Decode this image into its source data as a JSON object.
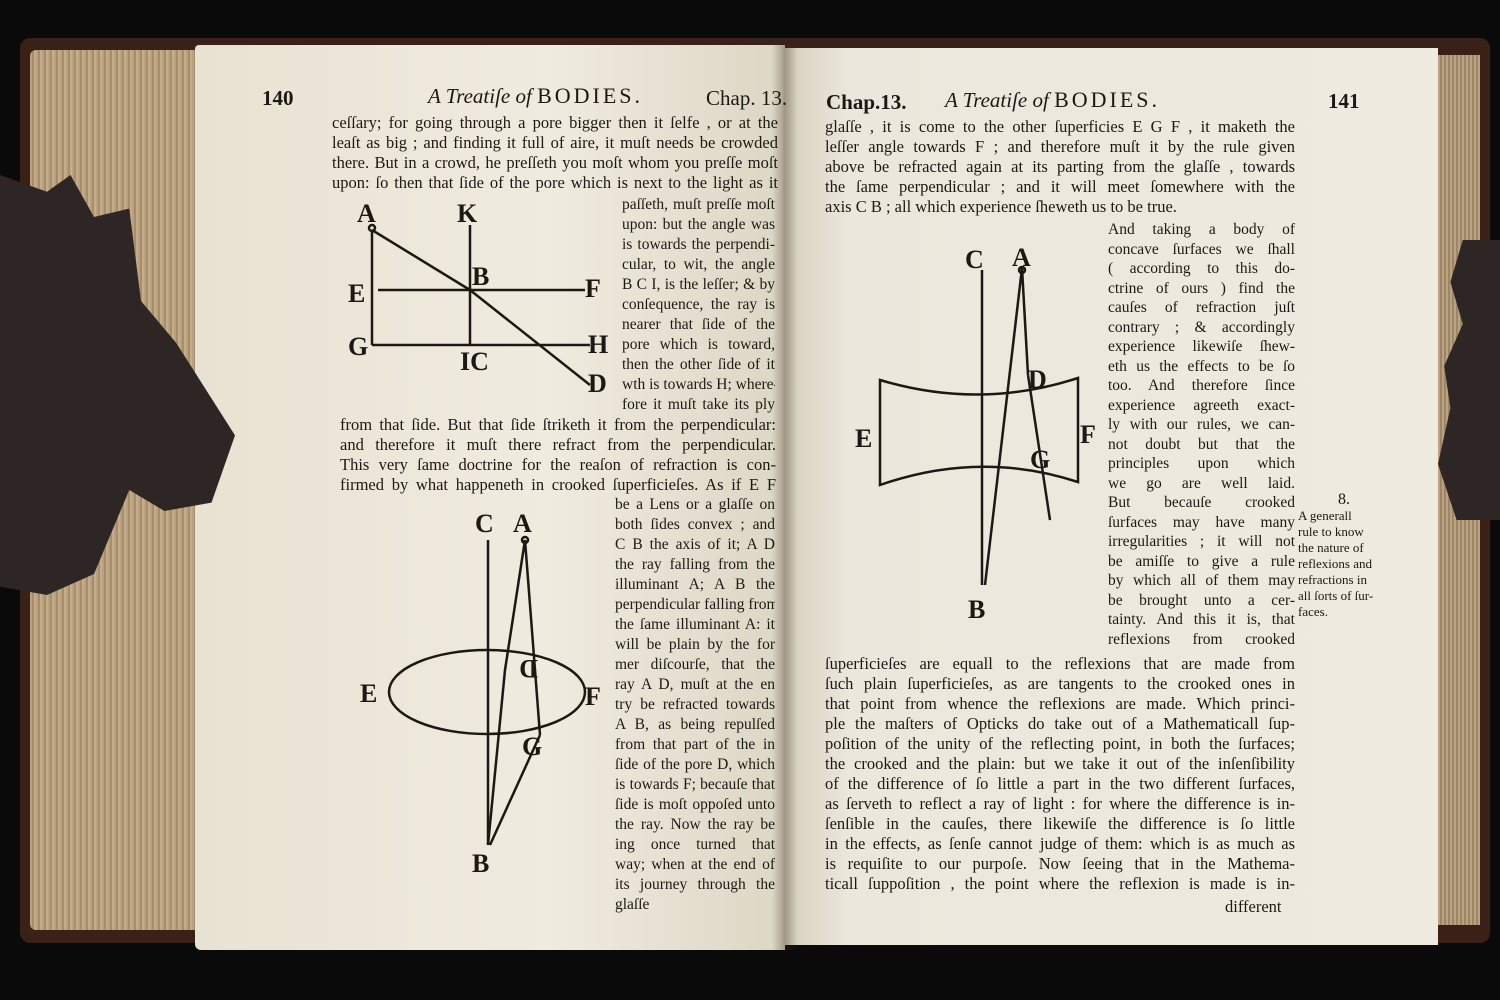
{
  "left_page": {
    "page_number": "140",
    "running_title_italic": "A Treatiſe of",
    "running_title_caps": "BODIES.",
    "chapter": "Chap. 13.",
    "top_lines": [
      "ceſſary; for going through a pore bigger then it ſelfe , or at the",
      "leaſt as big ; and finding it full of aire, it muſt needs be crowded",
      "there. But in a crowd, he preſſeth you moſt whom you preſſe moſt",
      "upon: ſo then that ſide of the pore which is next to the light as it"
    ],
    "column1_lines": [
      "paſſeth, muſt preſſe moſt",
      "upon: but the angle was",
      "is towards the perpendi-",
      "cular, to wit, the angle",
      "B C I, is the leſſer; & by",
      "conſequence, the ray is",
      "nearer that ſide of the",
      "pore which is toward,",
      "then the other ſide of it",
      "wth is towards H; where-",
      "fore it muſt take its ply"
    ],
    "middle_lines": [
      "from that ſide. But that ſide ſtriketh it from the perpendicular:",
      "and therefore it muſt there refract from the perpendicular.",
      "This very ſame doctrine for the reaſon of refraction is con-",
      "firmed by what happeneth in crooked ſuperficieſes. As if E F"
    ],
    "column2_lines": [
      "be a Lens or a glaſſe on",
      "both ſides convex ; and",
      "C B the axis of it; A D",
      "the ray falling from the",
      "illuminant A; A B the",
      "perpendicular falling from",
      "the ſame illuminant A: it",
      "will be plain by the for",
      "mer diſcourſe, that the",
      "ray A D, muſt at the en",
      "try be refracted towards",
      "A B, as being repulſed",
      "from that part of the in",
      "ſide of the pore D, which",
      "is towards F; becauſe that",
      "ſide is moſt oppoſed unto",
      "the ray. Now the ray be",
      "ing once turned that",
      "way; when at the end of",
      "its journey through the",
      "glaſſe"
    ],
    "figure1_labels": {
      "A": "A",
      "K": "K",
      "B": "B",
      "E": "E",
      "F": "F",
      "G": "G",
      "IC": "IC",
      "H": "H",
      "D": "D"
    },
    "figure2_labels": {
      "C": "C",
      "A": "A",
      "D": "D",
      "E": "E",
      "F": "F",
      "G": "G",
      "B": "B"
    }
  },
  "right_page": {
    "page_number": "141",
    "running_title_italic": "A Treatiſe of",
    "running_title_caps": "BODIES.",
    "chapter": "Chap.13.",
    "top_lines": [
      "glaſſe , it is come to the other ſuperficies E G F , it maketh the",
      "leſſer angle towards F ; and therefore muſt it by the rule given",
      "above be refracted again at its parting from the glaſſe , towards",
      "the ſame perpendicular ; and it will meet ſomewhere with the",
      "axis C B ; all which experience ſheweth us to be true."
    ],
    "column_lines": [
      "And taking a body of",
      "concave ſurfaces we ſhall",
      "( according to this do-",
      "ctrine of ours ) find the",
      "cauſes of refraction juſt",
      "contrary ; & accordingly",
      "experience likewiſe ſhew-",
      "eth us the effects to be ſo",
      "too. And therefore ſince",
      "experience agreeth exact-",
      "ly with our rules, we can-",
      "not doubt but that the",
      "principles upon which",
      "we go are well laid.",
      "But becauſe crooked",
      "ſurfaces may have many",
      "irregularities ; it will not",
      "be amiſſe to give a rule",
      "by which all of them may",
      "be brought unto a cer-",
      "tainty. And this it is, that",
      "reflexions from crooked"
    ],
    "margin_note": {
      "number": "8.",
      "lines": [
        "A generall",
        "rule to know",
        "the nature of",
        "reflexions and",
        "refractions in",
        "all ſorts of ſur-",
        "faces."
      ]
    },
    "bottom_lines": [
      "ſuperficieſes are equall to the reflexions that are made from",
      "ſuch plain ſuperficieſes, as are tangents to the crooked ones in",
      "that point from whence the reflexions are made. Which princi-",
      "ple the maſters of Opticks do take out of a Mathematicall ſup-",
      "poſition of the unity of the reflecting point, in both the ſurfaces;",
      "the crooked and the plain: but we take it out of the inſenſibility",
      "of the difference of ſo little a part in the two different ſurfaces,",
      "as ſerveth to reflect a ray of light : for where the difference is in-",
      "ſenſible in the cauſes, there likewiſe the difference is ſo little",
      "in the effects, as ſenſe cannot judge of them: which is as much as",
      "is requiſite to our purpoſe. Now ſeeing that in the Mathema-",
      "ticall ſuppoſition , the point where the reflexion is made is in-"
    ],
    "catchword": "different",
    "figure3_labels": {
      "C": "C",
      "A": "A",
      "D": "D",
      "E": "E",
      "F": "F",
      "G": "G",
      "B": "B"
    }
  }
}
